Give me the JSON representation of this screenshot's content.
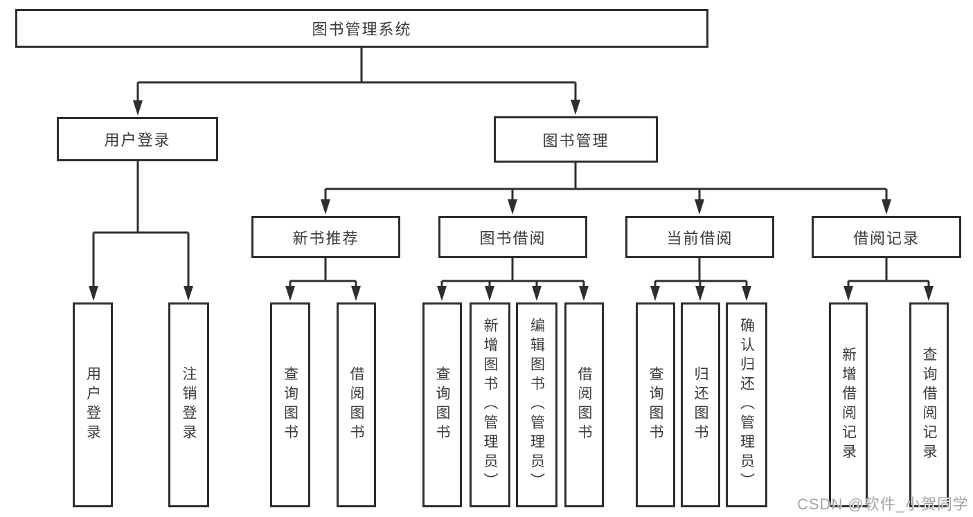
{
  "watermark": "CSDN @软件_小贺同学",
  "colors": {
    "line": "#2e2e2e",
    "text": "#3a3a3a",
    "box_fill": "#ffffff",
    "watermark": "#a5a5a5"
  },
  "tree": {
    "root": "图书管理系统",
    "children": [
      {
        "label": "用户登录",
        "children": [
          "用户登录",
          "注销登录"
        ]
      },
      {
        "label": "图书管理",
        "children": [
          {
            "label": "新书推荐",
            "children": [
              "查询图书",
              "借阅图书"
            ]
          },
          {
            "label": "图书借阅",
            "children": [
              "查询图书",
              "新增图书（管理员）",
              "编辑图书（管理员）",
              "借阅图书"
            ]
          },
          {
            "label": "当前借阅",
            "children": [
              "查询图书",
              "归还图书",
              "确认归还（管理员）"
            ]
          },
          {
            "label": "借阅记录",
            "children": [
              "新增借阅记录",
              "查询借阅记录"
            ]
          }
        ]
      }
    ]
  }
}
